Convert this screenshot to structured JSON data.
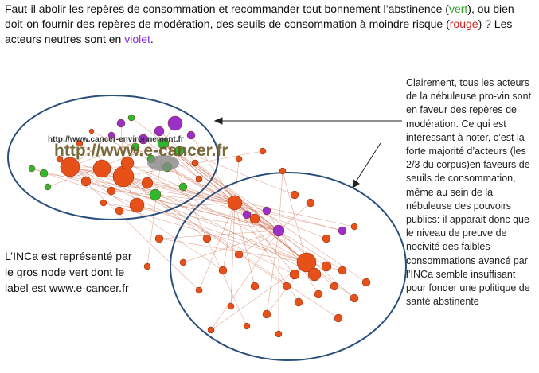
{
  "heading": {
    "part1": "Faut-il abolir les repères de consommation et recommander tout bonnement l’abstinence (",
    "green_word": "vert",
    "part2": "), ou bien doit-on fournir des repères de modération, des seuils de consommation à moindre risque (",
    "red_word": "rouge",
    "part3": ") ? Les acteurs neutres sont en ",
    "violet_word": "violet",
    "part4": "."
  },
  "left_note": "L’INCa est représenté par le gros node vert dont le label est www.e-cancer.fr",
  "right_note": "Clairement, tous les acteurs de la nébuleuse pro-vin sont en faveur des repères de modération. Ce qui est intéressant à noter, c’est la forte majorité d’acteurs (les 2/3 du corpus)en faveurs de seuils de consommation, même au sein de la nébuleuse des pouvoirs publics: il apparait donc que le niveau de preuve de nocivité des faibles consommations avancé par l’INCa semble insuffisant pour fonder une politique de santé abstinente",
  "graph": {
    "big_label": "http://www.e-cancer.fr",
    "secondary_label": "http://www.cancer-environnement.fr",
    "colors": {
      "green": "#2eb82e",
      "red": "#e8501a",
      "violet": "#9b30c8",
      "edge": "#c86446",
      "ellipse": "#2a4f7c"
    }
  }
}
